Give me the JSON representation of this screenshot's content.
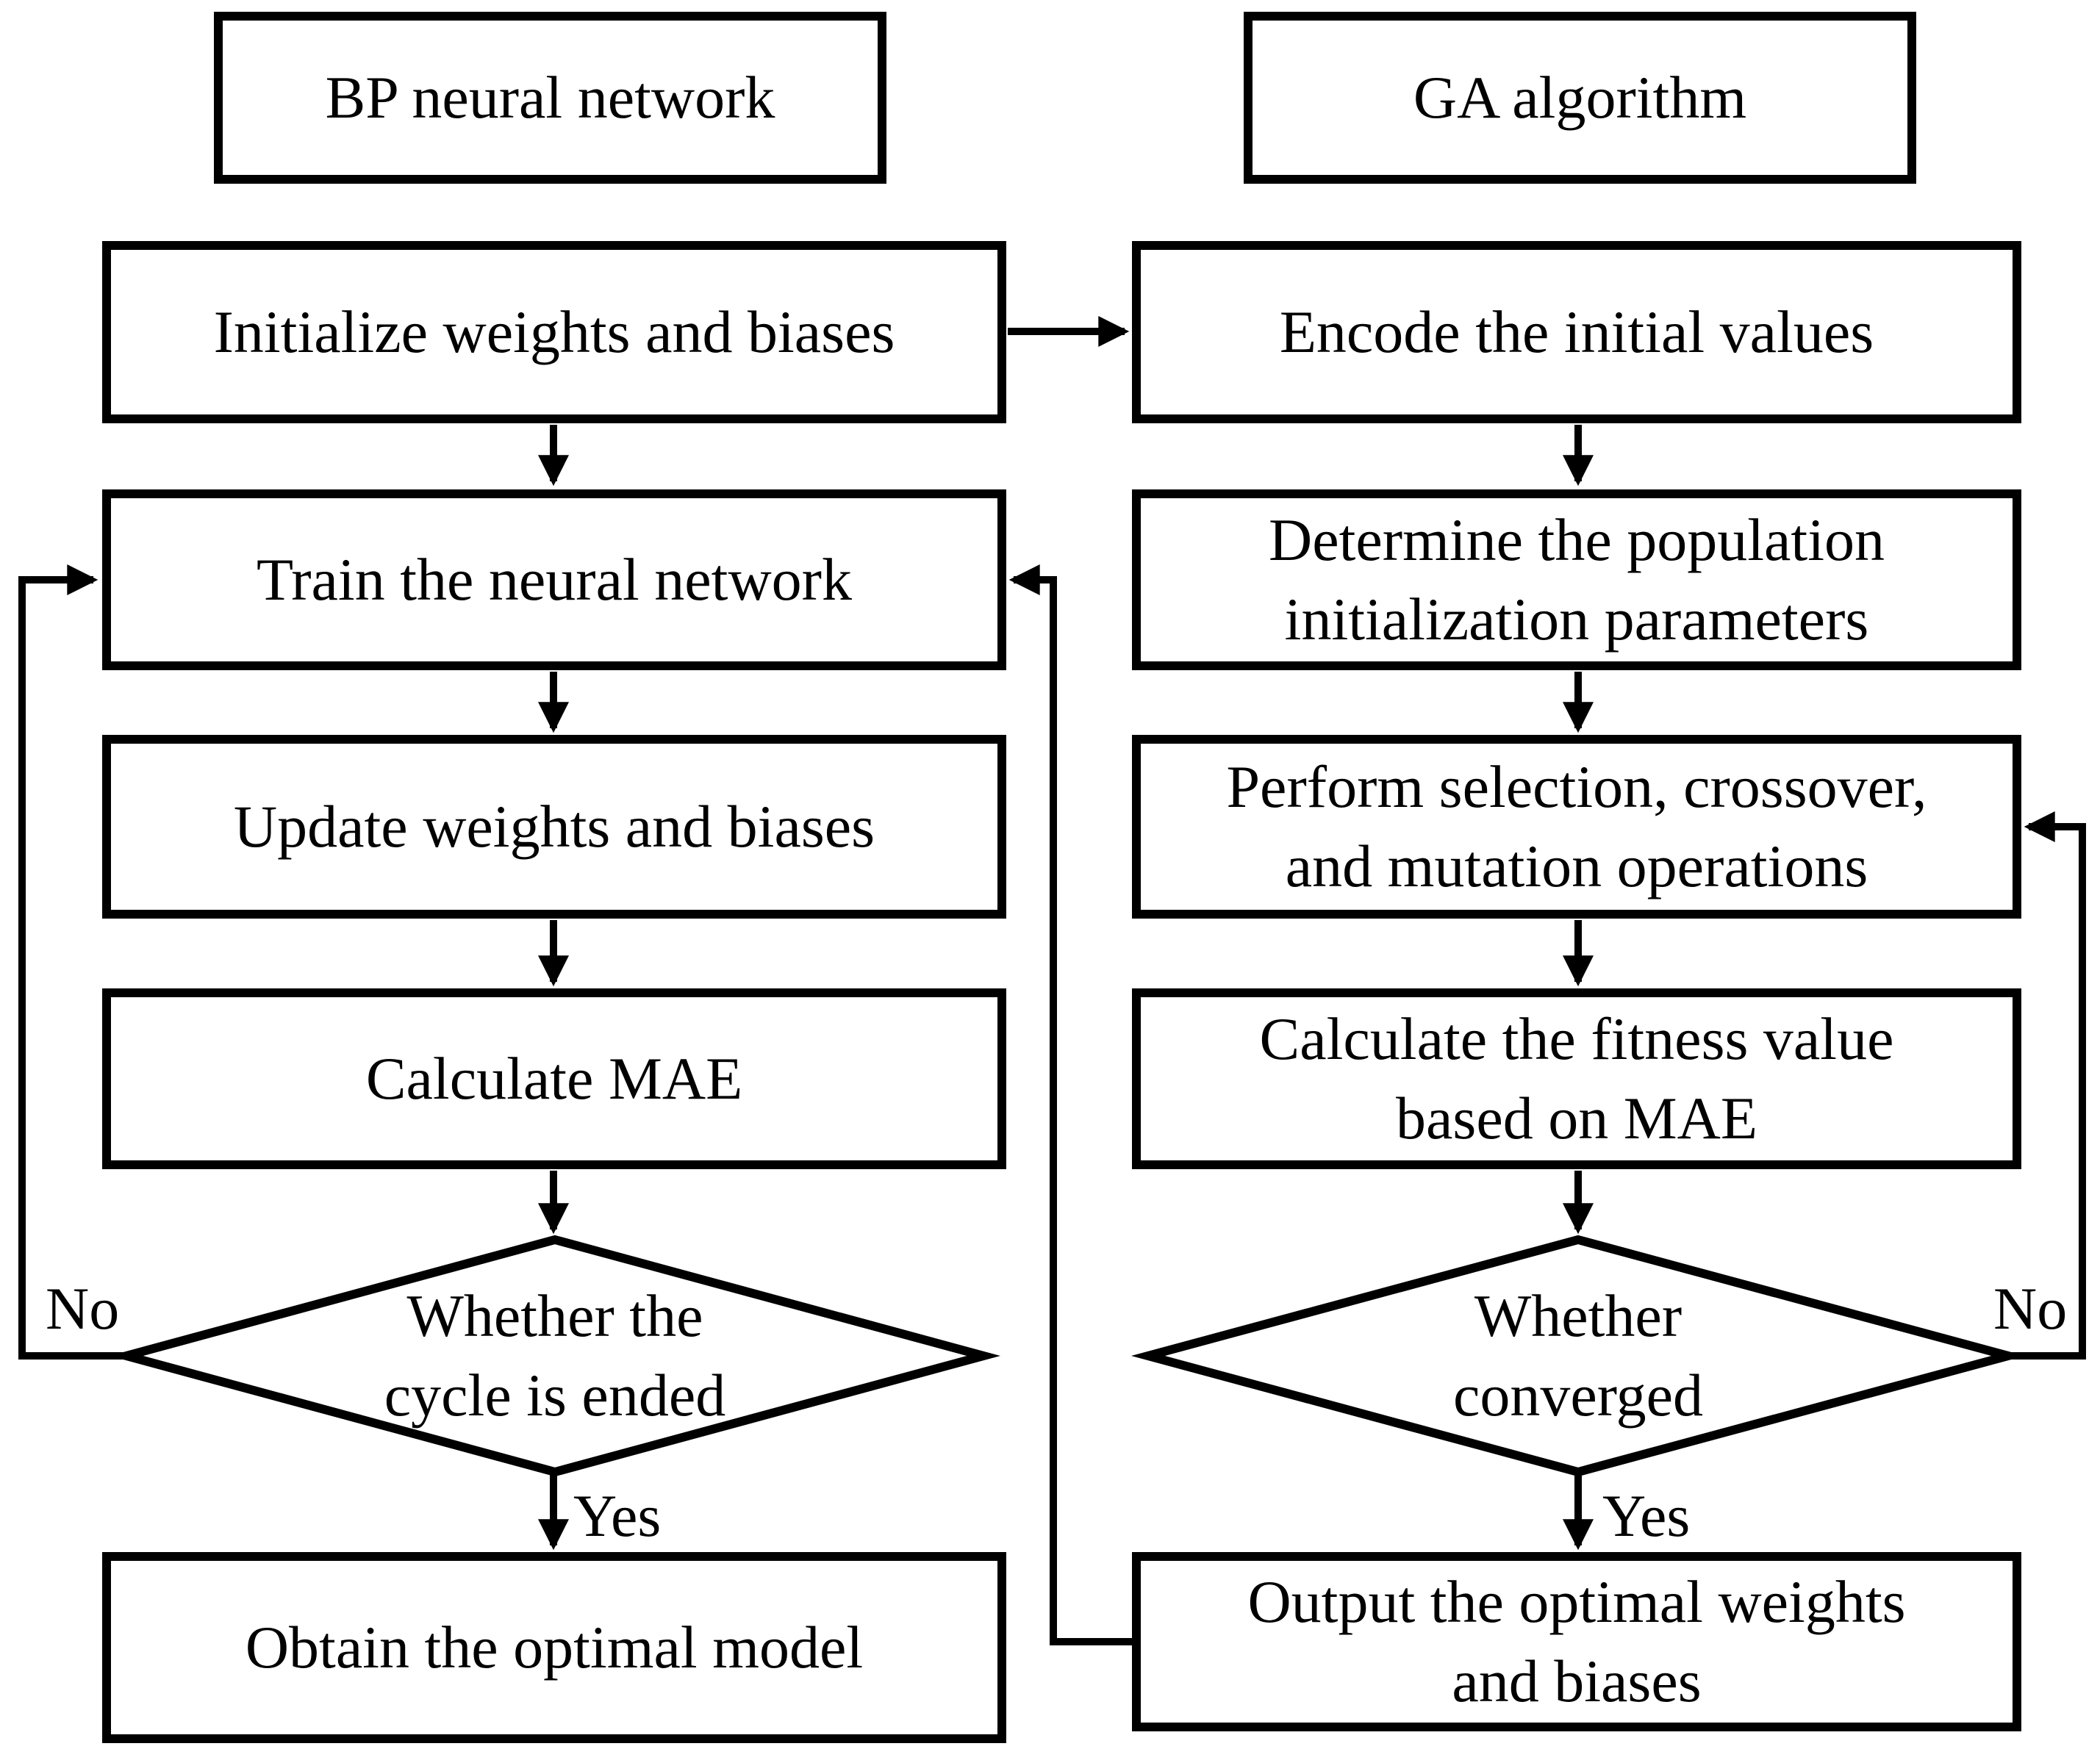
{
  "diagram": {
    "background_color": "#ffffff",
    "line_color": "#000000",
    "left_column": {
      "header": "BP neural network",
      "steps": [
        "Initialize weights and biases",
        "Train the neural network",
        "Update weights and biases",
        "Calculate MAE"
      ],
      "decision": "Whether the\ncycle is ended",
      "decision_no_label": "No",
      "decision_yes_label": "Yes",
      "final_step": "Obtain the optimal model"
    },
    "right_column": {
      "header": "GA algorithm",
      "steps": [
        "Encode the initial values",
        "Determine the population\ninitialization parameters",
        "Perform selection, crossover,\nand mutation operations",
        "Calculate the fitness value\nbased on MAE"
      ],
      "decision": "Whether\nconverged",
      "decision_no_label": "No",
      "decision_yes_label": "Yes",
      "final_step": "Output the optimal weights\nand biases"
    }
  }
}
